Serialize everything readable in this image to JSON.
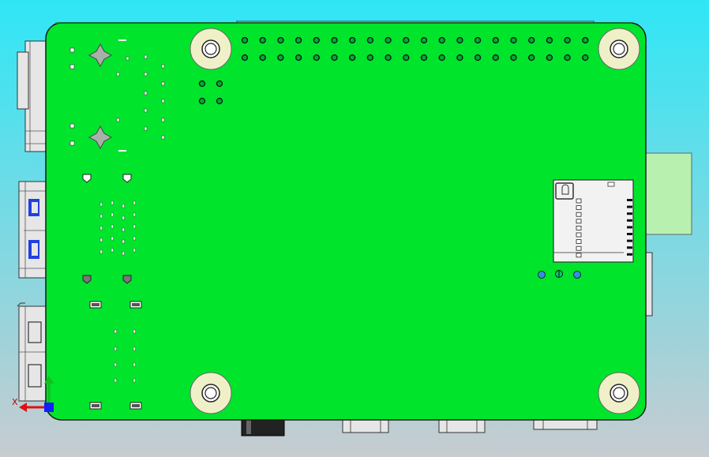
{
  "colors": {
    "background_top": "#2fe6f6",
    "background_bottom": "#c7ccd0",
    "pcb_green": "#00e42c",
    "pcb_outline": "#1a1a1a",
    "mount_ring": "#f0f0c8",
    "connector_gray": "#e6e6e6",
    "connector_blue": "#2040e0",
    "hdmi_green": "#b8f0b0",
    "axis_x": "#e01010",
    "axis_y": "#10c020",
    "axis_z": "#1020ff"
  },
  "axis_triad": {
    "x_label": "X"
  },
  "gpio_header": {
    "columns": 20,
    "rows": 2
  },
  "sd_card": {
    "contacts": 9
  }
}
